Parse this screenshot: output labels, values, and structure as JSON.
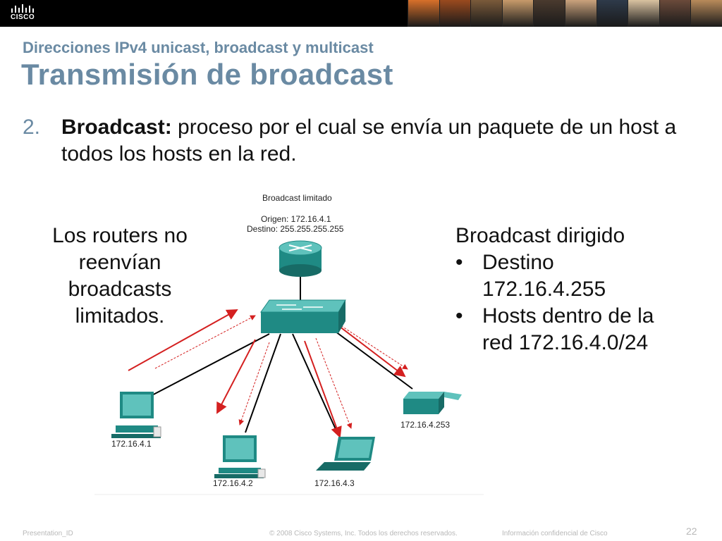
{
  "header": {
    "logo_text": "CISCO",
    "photo_colors": [
      "#d8702a",
      "#9a4a1e",
      "#7a5a3a",
      "#c79a6a",
      "#4a3a2e",
      "#caa27c",
      "#2e3a4a",
      "#d9c2a0",
      "#6a4a3a",
      "#b88a5a"
    ]
  },
  "slide": {
    "subtitle": "Direcciones IPv4 unicast, broadcast y multicast",
    "title": "Transmisión de broadcast",
    "point_number": "2.",
    "point_term": "Broadcast:",
    "point_text": " proceso por el cual se envía un paquete de un host a todos los hosts en la red.",
    "left_note_lines": [
      "Los routers no",
      "reenvían",
      "broadcasts",
      "limitados."
    ],
    "right_heading": "Broadcast dirigido",
    "right_bullet_1_lines": [
      "Destino",
      "172.16.4.255"
    ],
    "right_bullet_2_lines": [
      "Hosts dentro de la",
      "red 172.16.4.0/24"
    ],
    "bullet_char": "•"
  },
  "diagram": {
    "caption": "Broadcast limitado",
    "origin": "Origen: 172.16.4.1",
    "destination": "Destino: 255.255.255.255",
    "hosts": [
      "172.16.4.1",
      "172.16.4.2",
      "172.16.4.3",
      "172.16.4.253"
    ],
    "colors": {
      "device": "#1f8a84",
      "device_light": "#5fc2bc",
      "arrow": "#d42020",
      "line": "#000000"
    }
  },
  "footer": {
    "left": "Presentation_ID",
    "center": "© 2008 Cisco Systems, Inc. Todos los derechos reservados.",
    "confidential": "Información confidencial de Cisco",
    "page": "22"
  }
}
